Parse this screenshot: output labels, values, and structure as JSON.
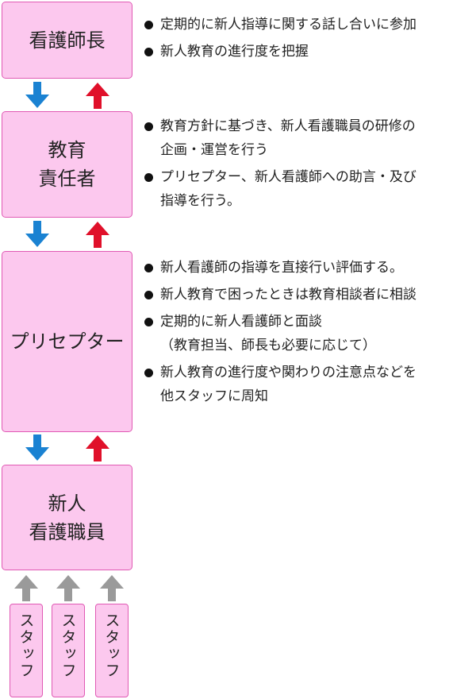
{
  "colors": {
    "box_fill": "#fcc8ee",
    "box_border": "#e05ab4",
    "down_arrow": "#1a82d2",
    "up_arrow": "#e0102a",
    "staff_arrow": "#9a9a9a"
  },
  "roles": [
    {
      "lines": [
        "看護師長"
      ],
      "bullets": [
        [
          "定期的に新人指導に関する話し合いに参加"
        ],
        [
          "新人教育の進行度を把握"
        ]
      ]
    },
    {
      "lines": [
        "教育",
        "責任者"
      ],
      "bullets": [
        [
          "教育方針に基づき、新人看護職員の研修の",
          "企画・運営を行う"
        ],
        [
          "プリセプター、新人看護師への助言・及び",
          "指導を行う。"
        ]
      ]
    },
    {
      "lines": [
        "プリセプター"
      ],
      "bullets": [
        [
          "新人看護師の指導を直接行い評価する。"
        ],
        [
          "新人教育で困ったときは教育相談者に相談"
        ],
        [
          "定期的に新人看護師と面談",
          "（教育担当、師長も必要に応じて）"
        ],
        [
          "新人教育の進行度や関わりの注意点などを",
          "他スタッフに周知"
        ]
      ]
    },
    {
      "lines": [
        "新人",
        "看護職員"
      ],
      "bullets": []
    }
  ],
  "staff": [
    "スタッフ",
    "スタッフ",
    "スタッフ"
  ]
}
